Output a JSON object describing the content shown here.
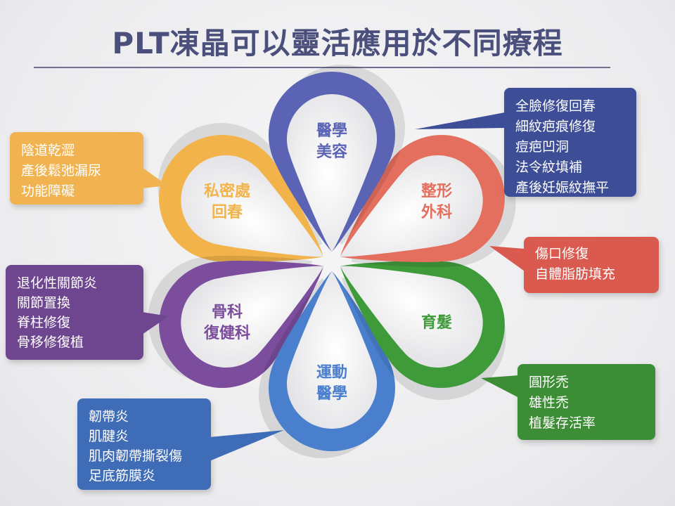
{
  "title": "PLT凍晶可以靈活應用於不同療程",
  "colors": {
    "title": "#4a4f7c",
    "blue_purple": "#5b63b4",
    "salmon": "#e46f5e",
    "green": "#3f9b3a",
    "blue": "#4a7fcd",
    "purple": "#7b4d9c",
    "yellow": "#f2b34a",
    "box_navy": "#3d4e97",
    "box_red": "#db5a4f",
    "box_green": "#3c8d35",
    "box_blue": "#3f6cb6",
    "box_purple": "#6e4690",
    "box_yellow": "#f1b34f"
  },
  "petals": [
    {
      "id": "aesthetic",
      "line1": "醫學",
      "line2": "美容"
    },
    {
      "id": "plastic",
      "line1": "整形",
      "line2": "外科"
    },
    {
      "id": "hair",
      "line1": "育髮",
      "line2": ""
    },
    {
      "id": "sports",
      "line1": "運動",
      "line2": "醫學"
    },
    {
      "id": "ortho",
      "line1": "骨科",
      "line2": "復健科"
    },
    {
      "id": "intimate",
      "line1": "私密處",
      "line2": "回春"
    }
  ],
  "boxes": {
    "aesthetic": [
      "全臉修復回春",
      "細紋疤痕修復",
      "痘疤凹洞",
      "法令紋填補",
      "產後妊娠紋撫平"
    ],
    "plastic": [
      "傷口修復",
      "自體脂肪填充"
    ],
    "hair": [
      "圓形禿",
      "雄性禿",
      "植髮存活率"
    ],
    "sports": [
      "韌帶炎",
      "肌腱炎",
      "肌肉韌帶撕裂傷",
      "足底筋膜炎"
    ],
    "ortho": [
      "退化性關節炎",
      "關節置換",
      "脊柱修復",
      "骨移修復植"
    ],
    "intimate": [
      "陰道乾澀",
      "產後鬆弛漏尿",
      "功能障礙"
    ]
  }
}
